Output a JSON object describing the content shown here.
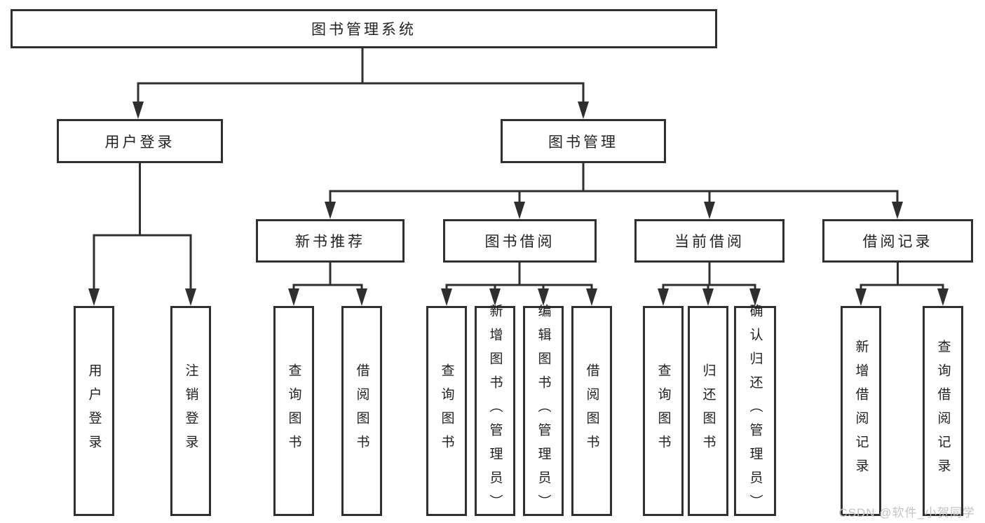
{
  "diagram": {
    "title": "图书管理系统",
    "root": {
      "label": "图书管理系统"
    },
    "branches": [
      {
        "label": "用户登录",
        "children": [
          {
            "label": "用户登录"
          },
          {
            "label": "注销登录"
          }
        ]
      },
      {
        "label": "图书管理",
        "children": [
          {
            "label": "新书推荐",
            "children": [
              {
                "label": "查询图书"
              },
              {
                "label": "借阅图书"
              }
            ]
          },
          {
            "label": "图书借阅",
            "children": [
              {
                "label": "查询图书"
              },
              {
                "label": "新增图书（管理员）"
              },
              {
                "label": "编辑图书（管理员）"
              },
              {
                "label": "借阅图书"
              }
            ]
          },
          {
            "label": "当前借阅",
            "children": [
              {
                "label": "查询图书"
              },
              {
                "label": "归还图书"
              },
              {
                "label": "确认归还（管理员）"
              }
            ]
          },
          {
            "label": "借阅记录",
            "children": [
              {
                "label": "新增借阅记录"
              },
              {
                "label": "查询借阅记录"
              }
            ]
          }
        ]
      }
    ]
  },
  "watermark": {
    "text": "CSDN @软件_小贺同学"
  },
  "colors": {
    "line": "#2f2f2f",
    "text": "#222222",
    "watermark": "#c3c3c3",
    "background": "#ffffff"
  }
}
